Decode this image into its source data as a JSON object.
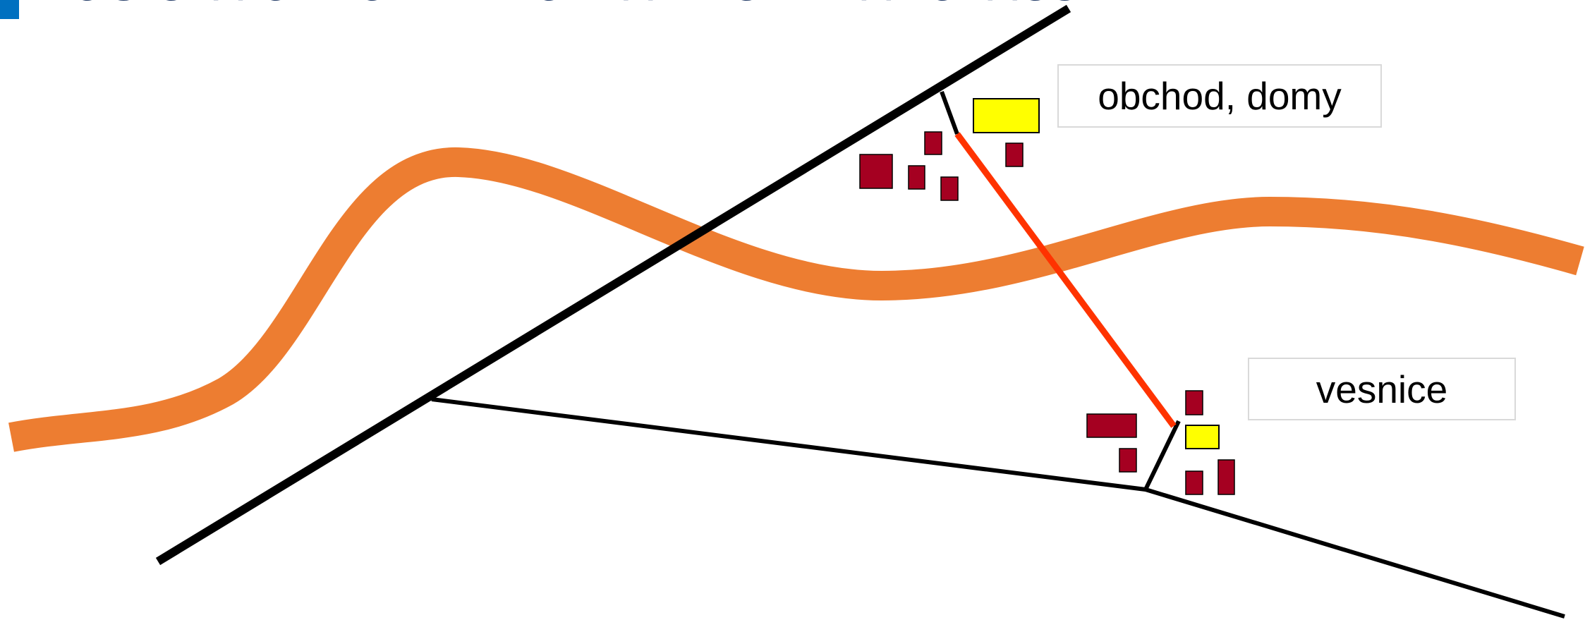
{
  "heading": {
    "text": "LOGICKÁ ODPOVĚĎ DOPRAVNÍCH PLÁNOVAČŮ:"
  },
  "labels": {
    "shops": "obchod, domy",
    "village": "vesnice"
  },
  "colors": {
    "heading": "#1f3864",
    "bullet": "#0070c0",
    "river": "#ed7d31",
    "road": "#000000",
    "new_link": "#ff3300",
    "house": "#a50021",
    "shop": "#ffff00",
    "label_border": "#d9d9d9"
  }
}
